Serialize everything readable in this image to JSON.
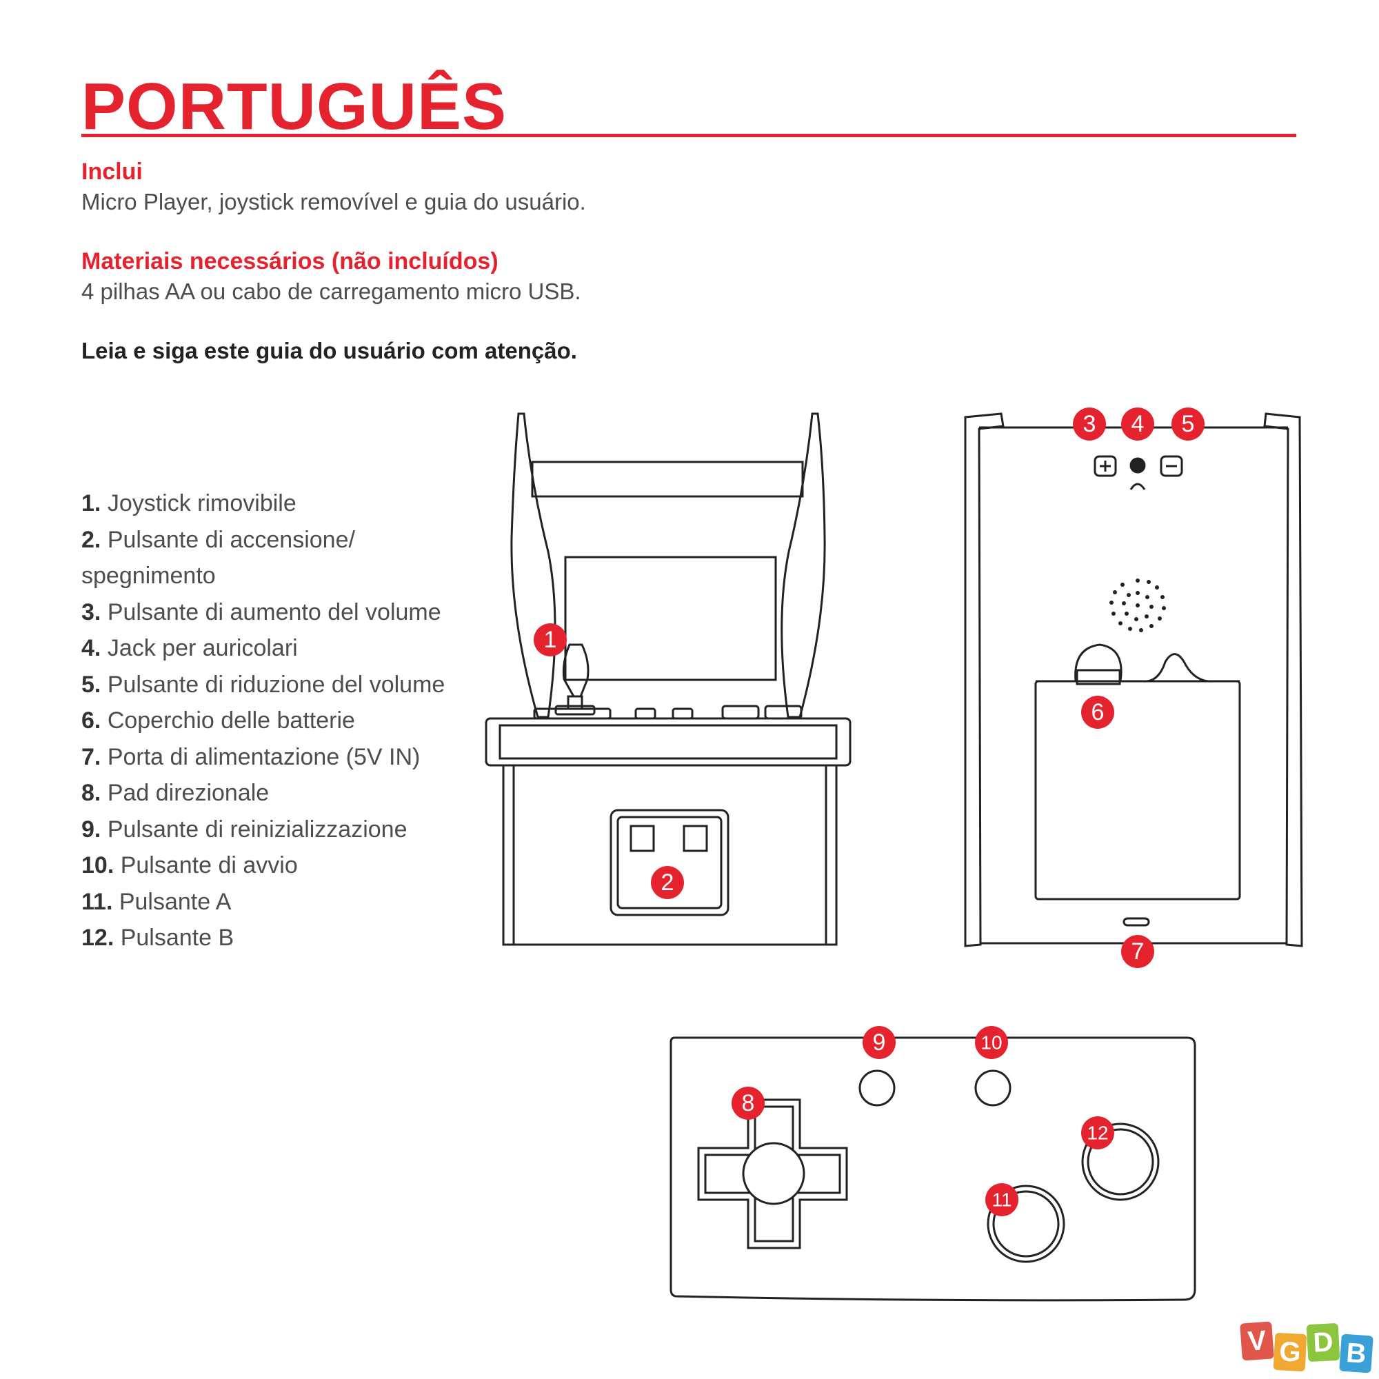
{
  "title": "PORTUGUÊS",
  "includes": {
    "heading": "Inclui",
    "text": "Micro Player, joystick removível e guia do usuário."
  },
  "materials": {
    "heading": "Materiais necessários (não incluídos)",
    "text": "4 pilhas AA ou cabo de carregamento micro USB."
  },
  "note": "Leia e siga este guia do usuário com atenção.",
  "parts": [
    {
      "num": "1.",
      "label": "Joystick rimovibile"
    },
    {
      "num": "2.",
      "label": "Pulsante di accensione/ spegnimento"
    },
    {
      "num": "3.",
      "label": "Pulsante di aumento del volume"
    },
    {
      "num": "4.",
      "label": "Jack per auricolari"
    },
    {
      "num": "5.",
      "label": "Pulsante di riduzione del volume"
    },
    {
      "num": "6.",
      "label": "Coperchio delle batterie"
    },
    {
      "num": "7.",
      "label": "Porta di alimentazione (5V IN)"
    },
    {
      "num": "8.",
      "label": "Pad direzionale"
    },
    {
      "num": "9.",
      "label": "Pulsante di reinizializzazione"
    },
    {
      "num": "10.",
      "label": "Pulsante di avvio"
    },
    {
      "num": "11.",
      "label": "Pulsante A"
    },
    {
      "num": "12.",
      "label": "Pulsante B"
    }
  ],
  "callouts": {
    "c1": "1",
    "c2": "2",
    "c3": "3",
    "c4": "4",
    "c5": "5",
    "c6": "6",
    "c7": "7",
    "c8": "8",
    "c9": "9",
    "c10": "10",
    "c11": "11",
    "c12": "12"
  },
  "watermark": {
    "v": "V",
    "g": "G",
    "d": "D",
    "b": "B"
  },
  "colors": {
    "accent": "#e4232f",
    "line": "#222222"
  }
}
